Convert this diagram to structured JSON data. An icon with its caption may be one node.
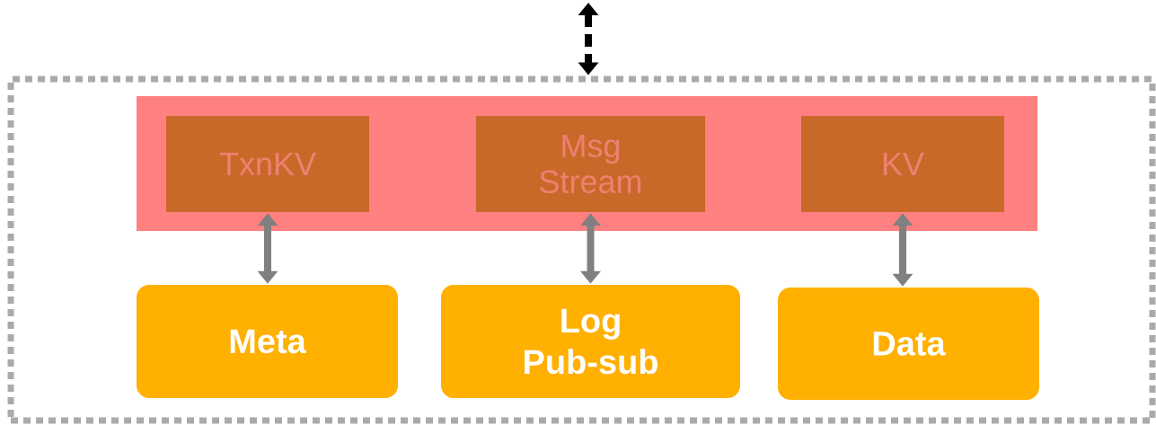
{
  "diagram": {
    "nodes": [
      {
        "text": [],
        "shape": "box"
      },
      {
        "text": [],
        "shape": "box",
        "in": 0
      },
      {
        "text": [
          "TxnKV"
        ],
        "in": 1
      },
      {
        "text": [
          "Msg Stream"
        ],
        "in": 1
      },
      {
        "text": [
          "KV"
        ],
        "in": 1
      },
      {
        "text": [
          "Meta"
        ],
        "in": 0
      },
      {
        "text": [
          "Log Pub-sub"
        ],
        "in": 0
      },
      {
        "text": [
          "Data"
        ],
        "in": 0
      }
    ],
    "edges": [
      {
        "from": null,
        "to": 0,
        "arrow": "both",
        "style": "dashed",
        "color": "#000000"
      },
      {
        "from": 2,
        "to": 5,
        "arrow": "both"
      },
      {
        "from": 3,
        "to": 6,
        "arrow": "both"
      },
      {
        "from": 4,
        "to": 7,
        "arrow": "both"
      }
    ]
  }
}
